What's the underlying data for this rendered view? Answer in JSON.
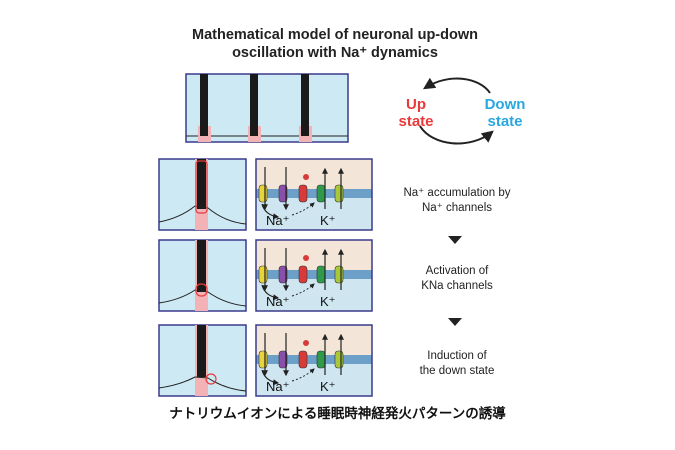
{
  "title": {
    "line1": "Mathematical model of neuronal up-down",
    "line2": "oscillation with Na⁺ dynamics"
  },
  "cycle": {
    "up": "Up\nstate",
    "down": "Down\nstate",
    "up_color": "#e8393b",
    "down_color": "#2aa7df"
  },
  "steps": [
    {
      "line1": "Na⁺ accumulation by",
      "line2": "Na⁺ channels"
    },
    {
      "line1": "Activation of",
      "line2": "KNa channels"
    },
    {
      "line1": "Induction of",
      "line2": "the down state"
    }
  ],
  "ion_labels": {
    "na": "Na⁺",
    "k": "K⁺"
  },
  "caption": "ナトリウムイオンによる睡眠時神経発火パターンの誘導",
  "colors": {
    "panel_border": "#3a3a8c",
    "panel_fill": "#cde9f4",
    "membrane_top": "#f3e6d8",
    "membrane_bottom": "#cfe6f1",
    "membrane_band": "#6da0c8"
  }
}
